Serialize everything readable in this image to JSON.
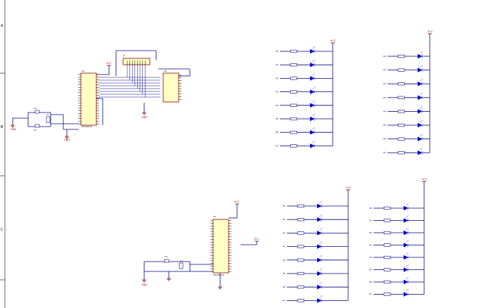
{
  "schematic": {
    "power_label": "VCC",
    "frame_markers": [
      "A",
      "B",
      "C"
    ]
  }
}
